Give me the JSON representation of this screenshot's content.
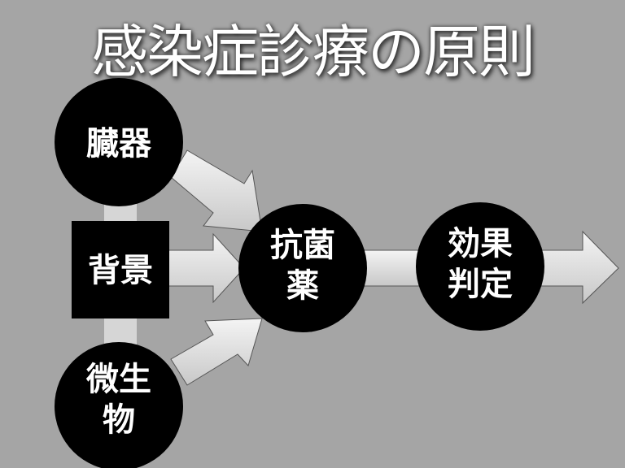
{
  "title": "感染症診療の原則",
  "nodes": {
    "organ": "臓器",
    "background": "背景",
    "microbe_line1": "微生",
    "microbe_line2": "物",
    "antibiotic_line1": "抗菌",
    "antibiotic_line2": "薬",
    "evaluation_line1": "効果",
    "evaluation_line2": "判定"
  },
  "colors": {
    "background": "#a5a5a5",
    "node": "#000000",
    "arrow": "#e8e8e8"
  }
}
